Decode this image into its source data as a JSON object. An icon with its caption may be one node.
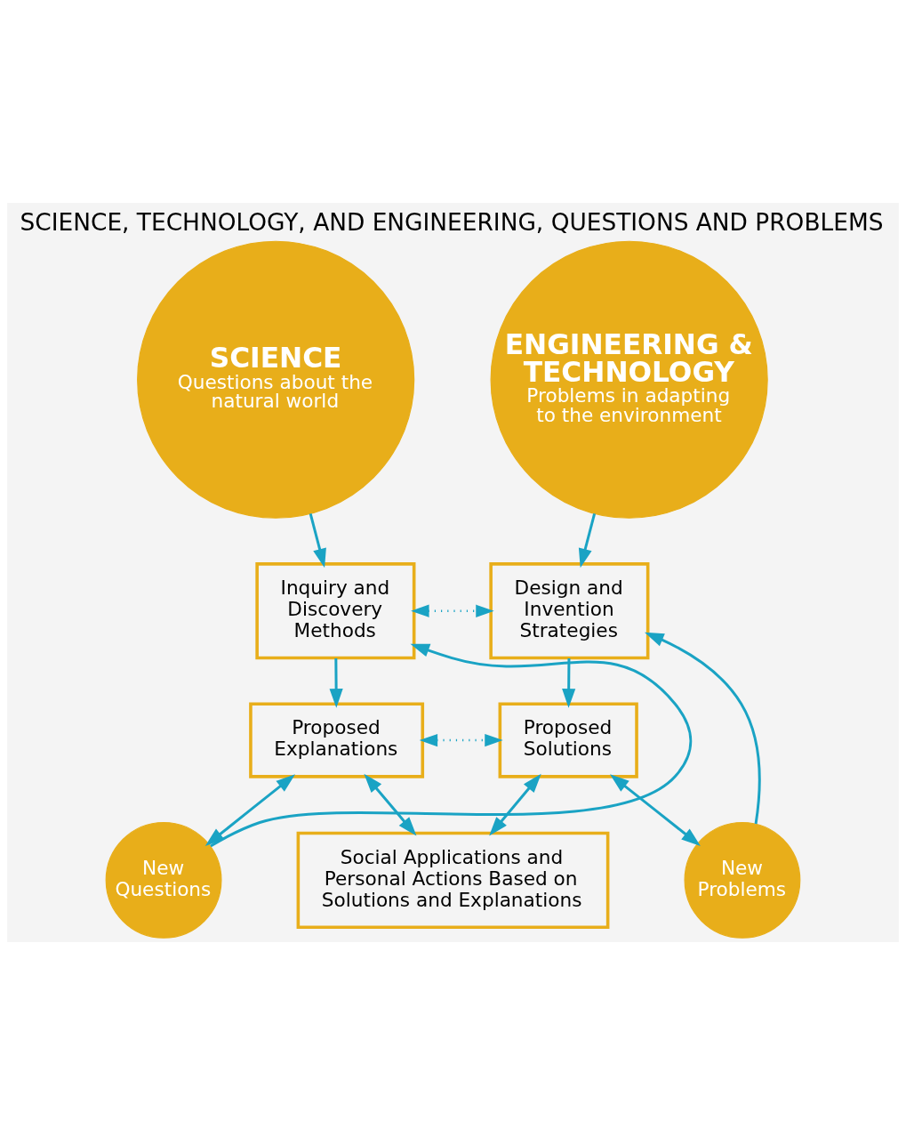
{
  "diagram": {
    "title": "SCIENCE, TECHNOLOGY, AND ENGINEERING, QUESTIONS AND PROBLEMS",
    "nodes": [
      {
        "text": [
          "SCIENCE",
          "Questions about the natural world"
        ]
      },
      {
        "text": [
          "ENGINEERING & TECHNOLOGY",
          "Problems in adapting to the environment"
        ]
      },
      {
        "text": [
          "Inquiry and Discovery Methods"
        ]
      },
      {
        "text": [
          "Design and Invention Strategies"
        ]
      },
      {
        "text": [
          "Proposed Explanations"
        ]
      },
      {
        "text": [
          "Proposed Solutions"
        ]
      },
      {
        "text": [
          "New Questions"
        ]
      },
      {
        "text": [
          "New Problems"
        ]
      },
      {
        "text": [
          "Social Applications and Personal Actions Based on Solutions and Explanations"
        ]
      }
    ],
    "edges": [
      {
        "from": 0,
        "to": 2,
        "arrow": "to"
      },
      {
        "from": 1,
        "to": 3,
        "arrow": "to"
      },
      {
        "from": 2,
        "to": 3,
        "arrow": "both",
        "style": "dashed"
      },
      {
        "from": 2,
        "to": 4,
        "arrow": "to"
      },
      {
        "from": 3,
        "to": 5,
        "arrow": "to"
      },
      {
        "from": 4,
        "to": 5,
        "arrow": "both",
        "style": "dashed"
      },
      {
        "from": 4,
        "to": 8,
        "arrow": "both"
      },
      {
        "from": 5,
        "to": 8,
        "arrow": "both"
      },
      {
        "from": 4,
        "to": 6,
        "arrow": "both"
      },
      {
        "from": 5,
        "to": 7,
        "arrow": "both"
      },
      {
        "from": 6,
        "to": 2,
        "arrow": "to"
      },
      {
        "from": 7,
        "to": 3,
        "arrow": "to"
      }
    ]
  }
}
